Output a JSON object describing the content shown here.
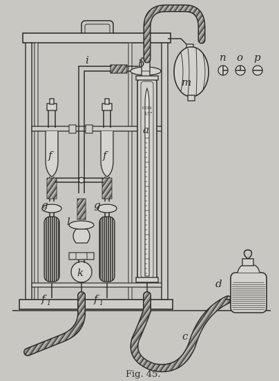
{
  "caption": "Fig. 45.",
  "labels": {
    "i": "i",
    "b": "b",
    "m": "m",
    "n": "n",
    "o": "o",
    "p": "p",
    "a": "a",
    "f_left": "f",
    "f_right": "f",
    "g_left": "g",
    "g_right": "g",
    "l": "l",
    "k": "k",
    "f1_left": "f",
    "f1_left_sub": "1",
    "f1_right": "f",
    "f1_right_sub": "1",
    "d": "d",
    "c": "c",
    "ccm_line1": "ccm",
    "ccm_line2": "15°"
  }
}
